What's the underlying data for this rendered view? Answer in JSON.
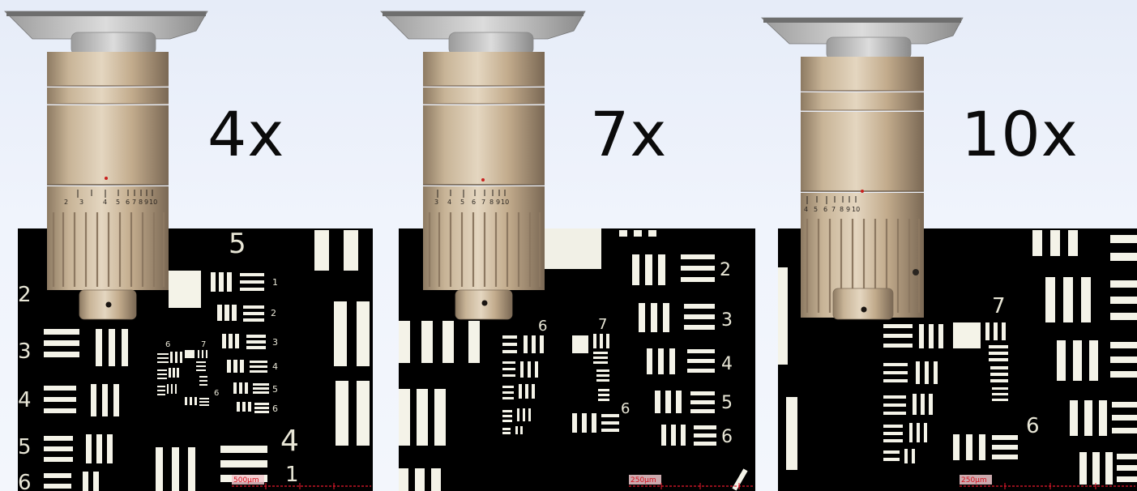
{
  "panels": [
    {
      "magnification": "4x",
      "scale_label": "500μm",
      "lens_ticks": [
        "2",
        "3",
        "4",
        "5",
        "6",
        "7",
        "8",
        "9",
        "10"
      ],
      "group_numbers": [
        "5",
        "2",
        "3",
        "4",
        "5",
        "6",
        "1",
        "2",
        "3",
        "4",
        "5",
        "6",
        "6",
        "7",
        "6",
        "4",
        "1"
      ]
    },
    {
      "magnification": "7x",
      "scale_label": "250μm",
      "lens_ticks": [
        "3",
        "4",
        "5",
        "6",
        "7",
        "8",
        "9",
        "10"
      ],
      "group_numbers": [
        "2",
        "3",
        "4",
        "5",
        "6",
        "6",
        "7",
        "6"
      ]
    },
    {
      "magnification": "10x",
      "scale_label": "250μm",
      "lens_ticks": [
        "4",
        "5",
        "6",
        "7",
        "8",
        "9",
        "10"
      ],
      "group_numbers": [
        "7",
        "6"
      ]
    }
  ],
  "colors": {
    "background": "#eef2fa",
    "target_background": "#000000",
    "target_bars": "#f4f3e8",
    "lens_body": "#c2ab8c",
    "scale_bar": "#e8192c"
  }
}
